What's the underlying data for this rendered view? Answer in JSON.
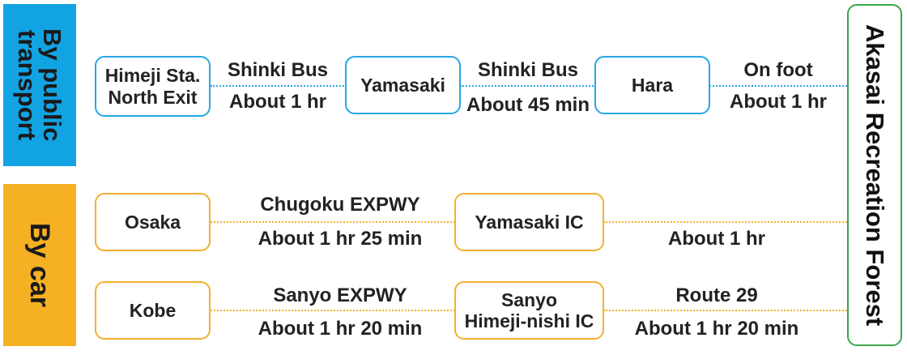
{
  "modes": {
    "public": "By public\ntransport",
    "car": "By car"
  },
  "destination": "Akasai Recreation Forest",
  "public_route": {
    "stops": [
      "Himeji Sta.\nNorth Exit",
      "Yamasaki",
      "Hara"
    ],
    "legs": [
      {
        "line": "Shinki Bus",
        "time": "About 1 hr"
      },
      {
        "line": "Shinki Bus",
        "time": "About 45 min"
      },
      {
        "line": "On foot",
        "time": "About 1 hr"
      }
    ]
  },
  "car_route_1": {
    "stops": [
      "Osaka",
      "Yamasaki IC"
    ],
    "legs": [
      {
        "line": "Chugoku EXPWY",
        "time": "About 1 hr 25 min"
      },
      {
        "line": "",
        "time": "About 1 hr"
      }
    ]
  },
  "car_route_2": {
    "stops": [
      "Kobe",
      "Sanyo\nHimeji-nishi IC"
    ],
    "legs": [
      {
        "line": "Sanyo EXPWY",
        "time": "About 1 hr 20 min"
      },
      {
        "line": "Route 29",
        "time": "About 1 hr 20 min"
      }
    ]
  },
  "colors": {
    "public": "#12a3e3",
    "car": "#f6b024",
    "destination": "#3aa64a"
  }
}
